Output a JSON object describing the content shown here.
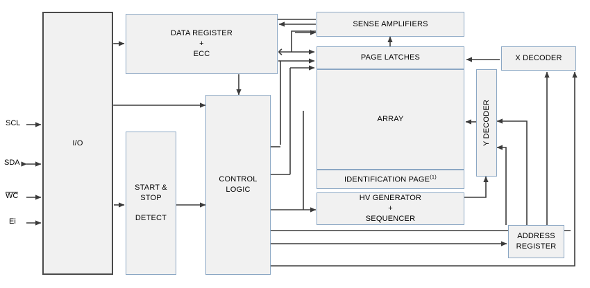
{
  "diagram": {
    "title": "Serial EEPROM block diagram",
    "colors": {
      "block_fill": "#f1f1f1",
      "block_border": "#8ba7c4",
      "io_border": "#4a4a4a",
      "wire": "#3b3b3b",
      "background": "#ffffff"
    }
  },
  "pins": [
    {
      "id": "scl",
      "label": "SCL",
      "direction": "in"
    },
    {
      "id": "sda",
      "label": "SDA",
      "direction": "bidirectional"
    },
    {
      "id": "wc",
      "label": "WC",
      "direction": "in",
      "overline": true
    },
    {
      "id": "ei",
      "label": "Ei",
      "direction": "in"
    }
  ],
  "blocks": {
    "io": {
      "label": "I/O"
    },
    "data_register": {
      "line1": "DATA REGISTER",
      "line2": "+",
      "line3": "ECC"
    },
    "start_stop": {
      "line1": "START & STOP",
      "line2": "DETECT"
    },
    "control_logic": {
      "line1": "CONTROL",
      "line2": "LOGIC"
    },
    "sense_amplifiers": {
      "label": "SENSE AMPLIFIERS"
    },
    "page_latches": {
      "label": "PAGE LATCHES"
    },
    "array": {
      "label": "ARRAY"
    },
    "identification_page": {
      "label": "IDENTIFICATION PAGE",
      "note": "(1)"
    },
    "hv_generator": {
      "line1": "HV GENERATOR",
      "line2": "+",
      "line3": "SEQUENCER"
    },
    "x_decoder": {
      "label": "X DECODER"
    },
    "y_decoder": {
      "label": "Y DECODER"
    },
    "address_register": {
      "line1": "ADDRESS",
      "line2": "REGISTER"
    }
  }
}
